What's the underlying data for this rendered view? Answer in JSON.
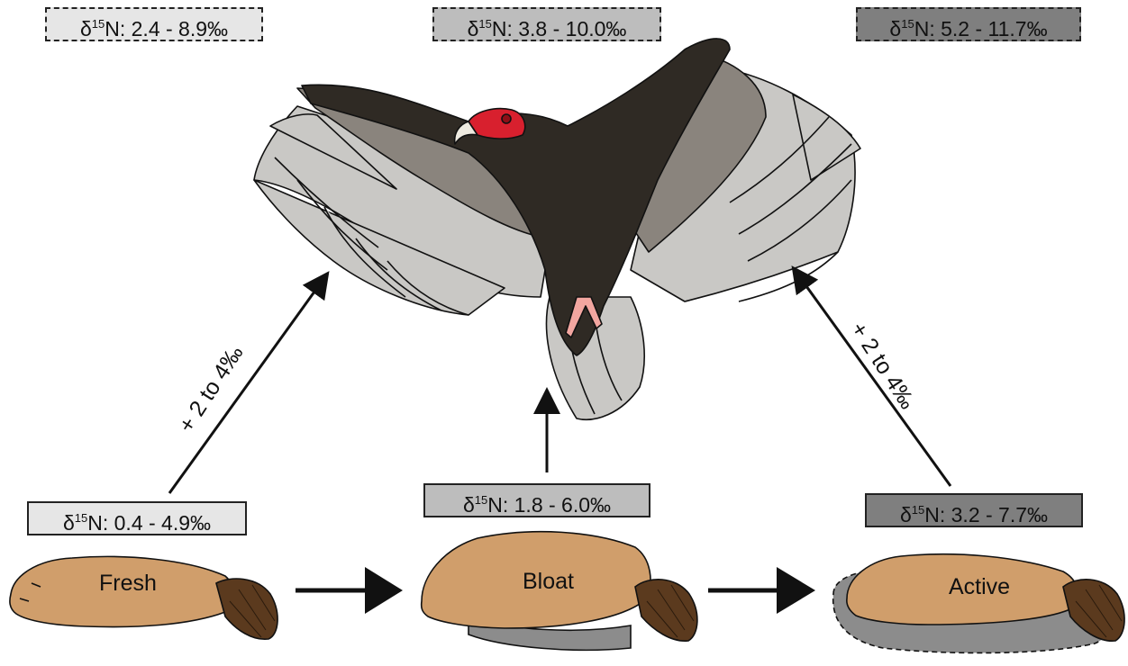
{
  "colors": {
    "fresh_box": "#e6e6e6",
    "bloat_box": "#bdbdbd",
    "active_box": "#7f7f7f",
    "vulture_fresh_box": "#e6e6e6",
    "vulture_bloat_box": "#bdbdbd",
    "vulture_active_box": "#7f7f7f",
    "carcass_body": "#d09e6b",
    "tail": "#5b3a1e",
    "vulture_body": "#2f2a24",
    "vulture_mid_wing": "#8a847d",
    "vulture_flight_feathers": "#c9c8c5",
    "vulture_head": "#d8202e",
    "vulture_feet": "#f2a6a0",
    "fluid": "#8c8c8c"
  },
  "vulture_values": {
    "fresh": {
      "symbol": "δ",
      "sup": "15",
      "rest": "N: 2.4 - 8.9‰"
    },
    "bloat": {
      "symbol": "δ",
      "sup": "15",
      "rest": "N: 3.8 - 10.0‰"
    },
    "active": {
      "symbol": "δ",
      "sup": "15",
      "rest": "N: 5.2 - 11.7‰"
    }
  },
  "carcass_values": {
    "fresh": {
      "symbol": "δ",
      "sup": "15",
      "rest": "N: 0.4 - 4.9‰"
    },
    "bloat": {
      "symbol": "δ",
      "sup": "15",
      "rest": "N: 1.8 - 6.0‰"
    },
    "active": {
      "symbol": "δ",
      "sup": "15",
      "rest": "N: 3.2 - 7.7‰"
    }
  },
  "stages": {
    "fresh": "Fresh",
    "bloat": "Bloat",
    "active": "Active"
  },
  "enrichment": {
    "left": "+ 2 to 4‰",
    "right": "+ 2 to 4‰"
  },
  "icons": [
    "vulture-icon",
    "beaver-carcass-icon",
    "arrow-icon"
  ]
}
